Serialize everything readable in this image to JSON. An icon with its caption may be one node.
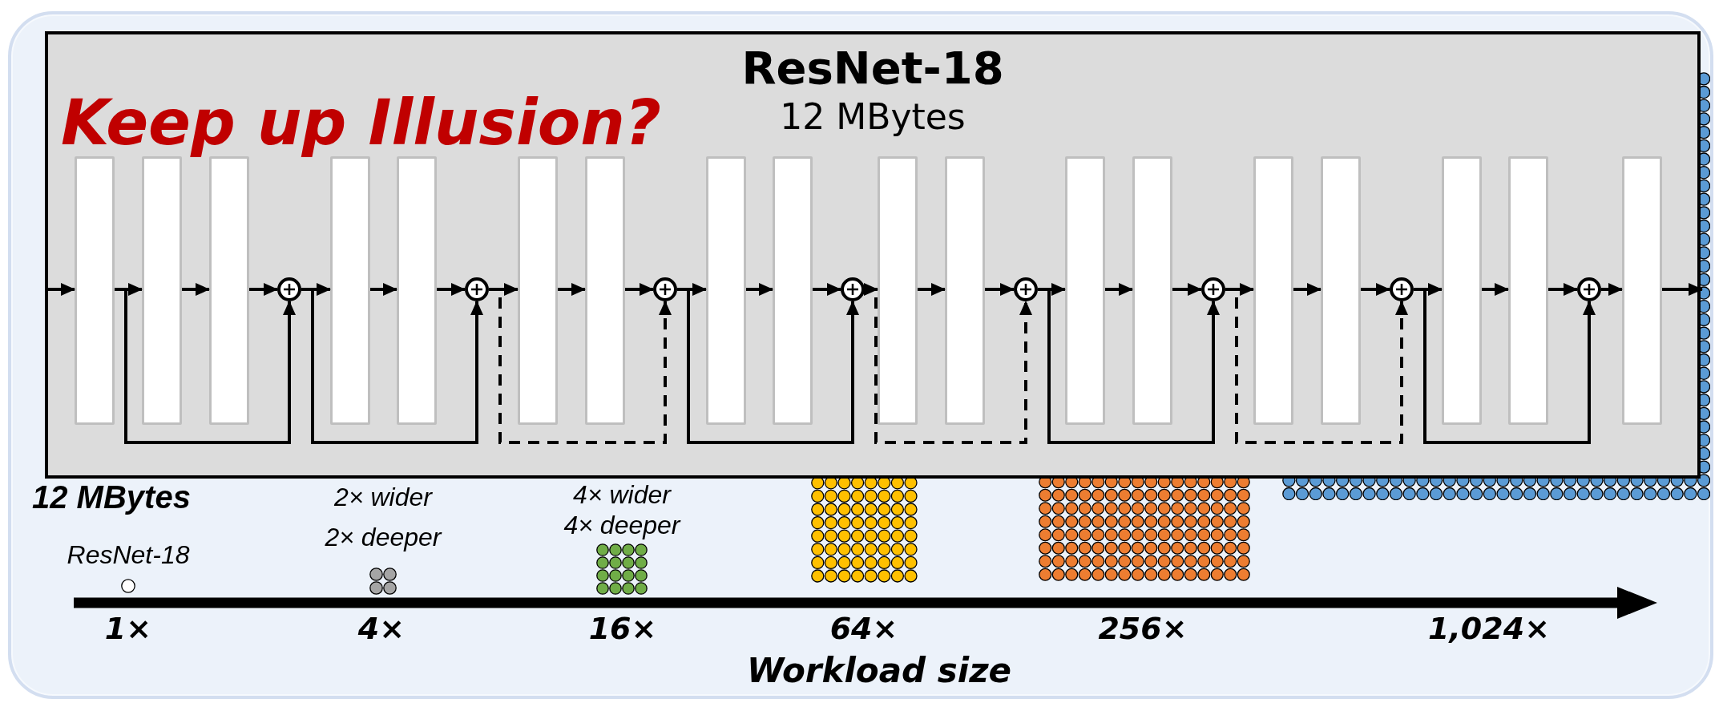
{
  "diagram": {
    "nodes": [
      {
        "text": [
          "ResNet-18",
          "12 MBytes"
        ]
      },
      {
        "text": [],
        "shape": "bar",
        "in": 0
      },
      {
        "text": [],
        "shape": "bar",
        "in": 0
      },
      {
        "text": [],
        "shape": "bar",
        "in": 0
      },
      {
        "text": [],
        "shape": "circle",
        "in": 0
      },
      {
        "text": [],
        "shape": "bar",
        "in": 0
      },
      {
        "text": [],
        "shape": "bar",
        "in": 0
      },
      {
        "text": [],
        "shape": "circle",
        "in": 0
      },
      {
        "text": [],
        "shape": "bar",
        "in": 0
      },
      {
        "text": [],
        "shape": "bar",
        "in": 0
      },
      {
        "text": [],
        "shape": "circle",
        "in": 0
      },
      {
        "text": [],
        "shape": "bar",
        "in": 0
      },
      {
        "text": [],
        "shape": "bar",
        "in": 0
      },
      {
        "text": [],
        "shape": "circle",
        "in": 0
      },
      {
        "text": [],
        "shape": "bar",
        "in": 0
      },
      {
        "text": [],
        "shape": "bar",
        "in": 0
      },
      {
        "text": [],
        "shape": "circle",
        "in": 0
      },
      {
        "text": [],
        "shape": "bar",
        "in": 0
      },
      {
        "text": [],
        "shape": "bar",
        "in": 0
      },
      {
        "text": [],
        "shape": "circle",
        "in": 0
      },
      {
        "text": [],
        "shape": "bar",
        "in": 0
      },
      {
        "text": [],
        "shape": "bar",
        "in": 0
      },
      {
        "text": [],
        "shape": "circle",
        "in": 0
      },
      {
        "text": [],
        "shape": "bar",
        "in": 0
      },
      {
        "text": [],
        "shape": "bar",
        "in": 0
      },
      {
        "text": [],
        "shape": "circle",
        "in": 0
      },
      {
        "text": [],
        "shape": "bar",
        "in": 0
      }
    ],
    "edges": [
      {
        "from": null,
        "to": 1,
        "arrow": "to"
      },
      {
        "from": 1,
        "to": 2,
        "arrow": "to"
      },
      {
        "from": 2,
        "to": 3,
        "arrow": "to"
      },
      {
        "from": 3,
        "to": 4,
        "arrow": "to"
      },
      {
        "from": 4,
        "to": 5,
        "arrow": "to"
      },
      {
        "from": 5,
        "to": 6,
        "arrow": "to"
      },
      {
        "from": 6,
        "to": 7,
        "arrow": "to"
      },
      {
        "from": 7,
        "to": 8,
        "arrow": "to"
      },
      {
        "from": 8,
        "to": 9,
        "arrow": "to"
      },
      {
        "from": 9,
        "to": 10,
        "arrow": "to"
      },
      {
        "from": 10,
        "to": 11,
        "arrow": "to"
      },
      {
        "from": 11,
        "to": 12,
        "arrow": "to"
      },
      {
        "from": 12,
        "to": 13,
        "arrow": "to"
      },
      {
        "from": 13,
        "to": 14,
        "arrow": "to"
      },
      {
        "from": 14,
        "to": 15,
        "arrow": "to"
      },
      {
        "from": 15,
        "to": 16,
        "arrow": "to"
      },
      {
        "from": 16,
        "to": 17,
        "arrow": "to"
      },
      {
        "from": 17,
        "to": 18,
        "arrow": "to"
      },
      {
        "from": 18,
        "to": 19,
        "arrow": "to"
      },
      {
        "from": 19,
        "to": 20,
        "arrow": "to"
      },
      {
        "from": 20,
        "to": 21,
        "arrow": "to"
      },
      {
        "from": 21,
        "to": 22,
        "arrow": "to"
      },
      {
        "from": 22,
        "to": 23,
        "arrow": "to"
      },
      {
        "from": 23,
        "to": 24,
        "arrow": "to"
      },
      {
        "from": 24,
        "to": 25,
        "arrow": "to"
      },
      {
        "from": 25,
        "to": 26,
        "arrow": "to"
      },
      {
        "from": 26,
        "to": null,
        "arrow": "to"
      },
      {
        "from": 1,
        "to": 4,
        "arrow": "to"
      },
      {
        "from": 4,
        "to": 7,
        "arrow": "to"
      },
      {
        "from": 7,
        "to": 10,
        "arrow": "to",
        "style": "dashed"
      },
      {
        "from": 10,
        "to": 13,
        "arrow": "to"
      },
      {
        "from": 13,
        "to": 16,
        "arrow": "to",
        "style": "dashed"
      },
      {
        "from": 16,
        "to": 19,
        "arrow": "to"
      },
      {
        "from": 19,
        "to": 22,
        "arrow": "to",
        "style": "dashed"
      },
      {
        "from": 22,
        "to": 25,
        "arrow": "to"
      }
    ],
    "labels": [
      "Keep up Illusion?",
      "12 MBytes",
      "2× wider",
      "2× deeper",
      "4× wider",
      "4× deeper",
      "ResNet-18",
      "1×",
      "4×",
      "16×",
      "64×",
      "256×",
      "1,024×",
      "Workload size"
    ]
  }
}
